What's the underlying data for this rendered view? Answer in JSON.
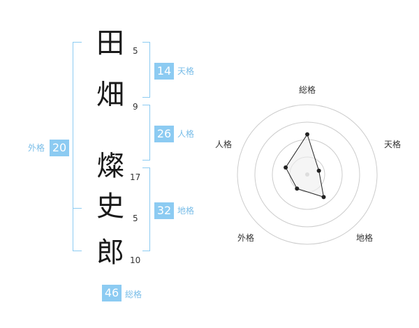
{
  "name": {
    "chars": [
      {
        "kanji": "田",
        "strokes": "5"
      },
      {
        "kanji": "畑",
        "strokes": "9"
      },
      {
        "kanji": "燦",
        "strokes": "17"
      },
      {
        "kanji": "史",
        "strokes": "5"
      },
      {
        "kanji": "郎",
        "strokes": "10"
      }
    ]
  },
  "fortunes": {
    "tenkaku": {
      "value": "14",
      "label": "天格"
    },
    "jinkaku": {
      "value": "26",
      "label": "人格"
    },
    "chikaku": {
      "value": "32",
      "label": "地格"
    },
    "gaikaku": {
      "value": "20",
      "label": "外格"
    },
    "soukaku": {
      "value": "46",
      "label": "総格"
    }
  },
  "colors": {
    "accent": "#8ccbf2",
    "accent_text": "#79bde8",
    "ring": "#cccccc",
    "polygon_fill": "#eeeeee"
  },
  "chart_data": {
    "type": "radar",
    "axes": [
      "総格",
      "天格",
      "地格",
      "外格",
      "人格"
    ],
    "values": [
      46,
      14,
      32,
      20,
      26
    ],
    "rings": 4
  }
}
